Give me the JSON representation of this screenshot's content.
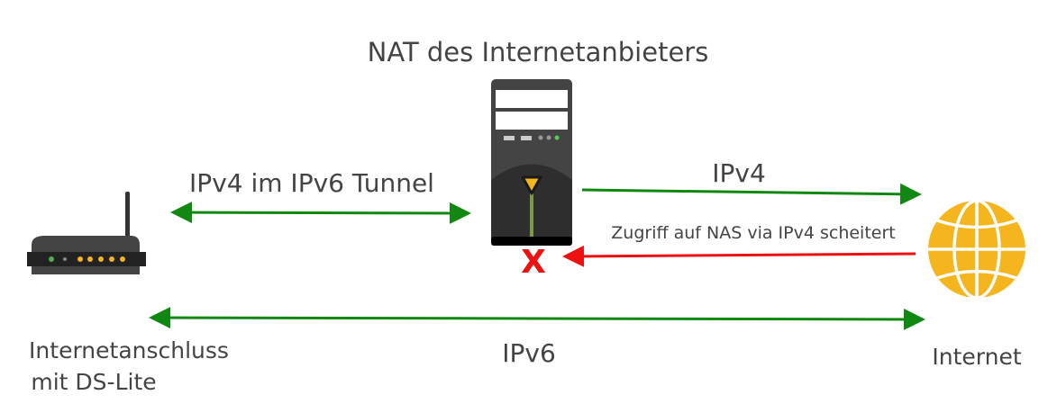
{
  "title": "NAT des Internetanbieters",
  "labels": {
    "tunnel": "IPv4 im IPv6 Tunnel",
    "ipv4": "IPv4",
    "fail": "Zugriff auf NAS via IPv4 scheitert",
    "ipv6": "IPv6",
    "router_line1": "Internetanschluss",
    "router_line2": "mit DS-Lite",
    "internet": "Internet",
    "fail_mark": "X"
  },
  "colors": {
    "ok": "#118811",
    "fail": "#ee1111",
    "device": "#444444",
    "accent": "#f5b51e"
  }
}
